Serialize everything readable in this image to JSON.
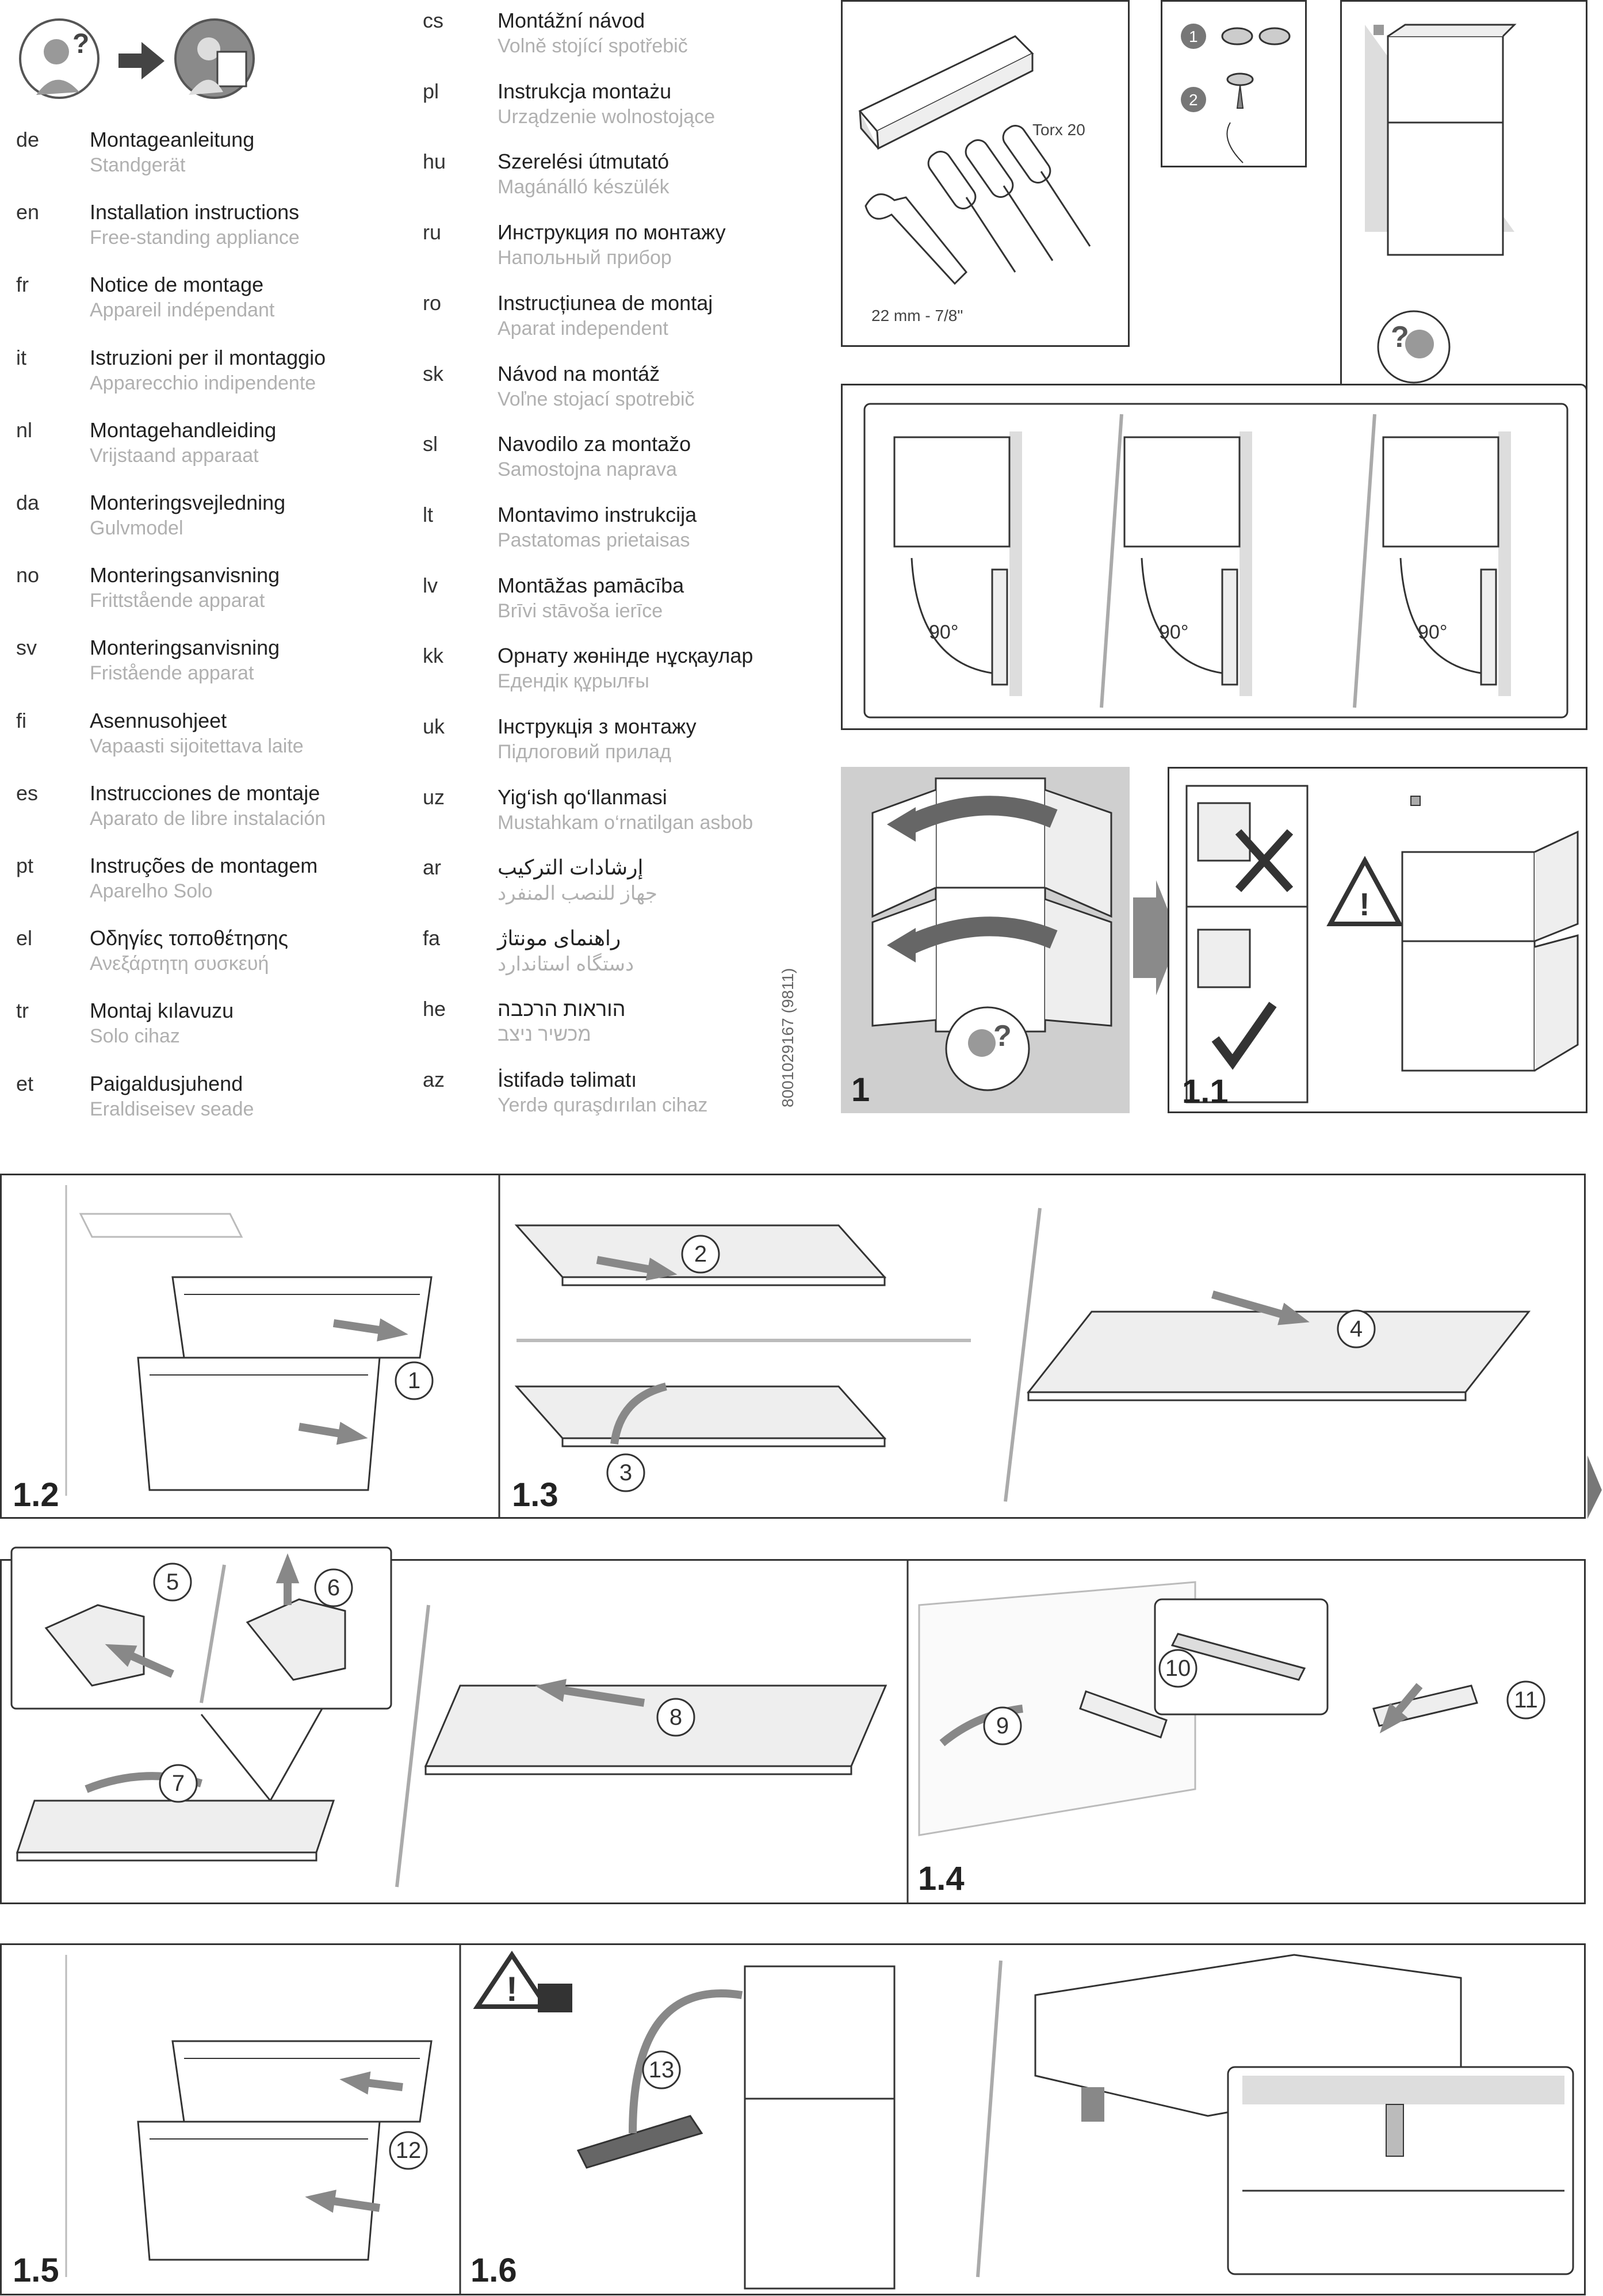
{
  "languages_left": [
    {
      "code": "de",
      "title": "Montageanleitung",
      "subtitle": "Standgerät"
    },
    {
      "code": "en",
      "title": "Installation instructions",
      "subtitle": "Free-standing appliance"
    },
    {
      "code": "fr",
      "title": "Notice de montage",
      "subtitle": "Appareil indépendant"
    },
    {
      "code": "it",
      "title": "Istruzioni per il montaggio",
      "subtitle": "Apparecchio indipendente"
    },
    {
      "code": "nl",
      "title": "Montagehandleiding",
      "subtitle": "Vrijstaand apparaat"
    },
    {
      "code": "da",
      "title": "Monteringsvejledning",
      "subtitle": "Gulvmodel"
    },
    {
      "code": "no",
      "title": "Monteringsanvisning",
      "subtitle": "Frittstående apparat"
    },
    {
      "code": "sv",
      "title": "Monteringsanvisning",
      "subtitle": "Fristående  apparat"
    },
    {
      "code": "fi",
      "title": "Asennusohjeet",
      "subtitle": "Vapaasti sijoitettava laite"
    },
    {
      "code": "es",
      "title": "Instrucciones de montaje",
      "subtitle": "Aparato de libre instalación"
    },
    {
      "code": "pt",
      "title": "Instruções de montagem",
      "subtitle": "Aparelho Solo"
    },
    {
      "code": "el",
      "title": "Οδηγίες τοποθέτησης",
      "subtitle": "Ανεξάρτητη συσκευή"
    },
    {
      "code": "tr",
      "title": "Montaj kılavuzu",
      "subtitle": "Solo cihaz"
    },
    {
      "code": "et",
      "title": "Paigaldusjuhend",
      "subtitle": "Eraldiseisev seade"
    }
  ],
  "languages_right": [
    {
      "code": "cs",
      "title": "Montážní návod",
      "subtitle": "Volně stojící spotřebič"
    },
    {
      "code": "pl",
      "title": "Instrukcja montażu",
      "subtitle": "Urządzenie wolnostojące"
    },
    {
      "code": "hu",
      "title": "Szerelési útmutató",
      "subtitle": "Magánálló készülék"
    },
    {
      "code": "ru",
      "title": "Инструкция по монтажу",
      "subtitle": "Напольный прибор"
    },
    {
      "code": "ro",
      "title": "Instrucțiunea de montaj",
      "subtitle": "Aparat independent"
    },
    {
      "code": "sk",
      "title": "Návod na montáž",
      "subtitle": "Voľne stojací spotrebič"
    },
    {
      "code": "sl",
      "title": "Navodilo za montažo",
      "subtitle": "Samostojna naprava"
    },
    {
      "code": "lt",
      "title": "Montavimo instrukcija",
      "subtitle": "Pastatomas prietaisas"
    },
    {
      "code": "lv",
      "title": "Montāžas pamācība",
      "subtitle": "Brīvi stāvoša ierīce"
    },
    {
      "code": "kk",
      "title": "Орнату жөнінде нұсқаулар",
      "subtitle": "Едендік құрылғы"
    },
    {
      "code": "uk",
      "title": "Інструкція з монтажу",
      "subtitle": "Підлоговий прилад"
    },
    {
      "code": "uz",
      "title": "Yig‘ish qo‘llanmasi",
      "subtitle": "Mustahkam o‘rnatilgan asbob"
    },
    {
      "code": "ar",
      "title": "إرشادات التركيب",
      "subtitle": "جهاز للنصب المنفرد"
    },
    {
      "code": "fa",
      "title": "راهنمای مونتاژ",
      "subtitle": "دستگاه استاندارد"
    },
    {
      "code": "he",
      "title": "הוראות הרכבה",
      "subtitle": "מכשיר ניצב"
    },
    {
      "code": "az",
      "title": "İstifadə təlimatı",
      "subtitle": "Yerdə quraşdırılan cihaz"
    }
  ],
  "doc_number": "8001029167 (9811)",
  "tools": {
    "torx_label": "Torx 20",
    "wrench_label": "22 mm - 7/8\""
  },
  "angle_label": "90°",
  "panel_numbers": {
    "p1": "1",
    "p1_1": "1.1",
    "p1_2": "1.2",
    "p1_3": "1.3",
    "p1_4": "1.4",
    "p1_5": "1.5",
    "p1_6": "1.6"
  },
  "steps": [
    "1",
    "2",
    "3",
    "4",
    "5",
    "6",
    "7",
    "8",
    "9",
    "10",
    "11",
    "12",
    "13"
  ],
  "parts_steps": [
    "1",
    "2"
  ],
  "colors": {
    "border": "#333333",
    "grey_panel": "#cfcfcf",
    "light_text": "#b0b0b0",
    "accent_arrow": "#8a8a8a"
  },
  "icons": [
    "confused-person-icon",
    "arrow-right-icon",
    "reading-person-icon",
    "warning-icon",
    "weight-icon",
    "plug-icon",
    "checkmark-icon",
    "cross-icon"
  ]
}
